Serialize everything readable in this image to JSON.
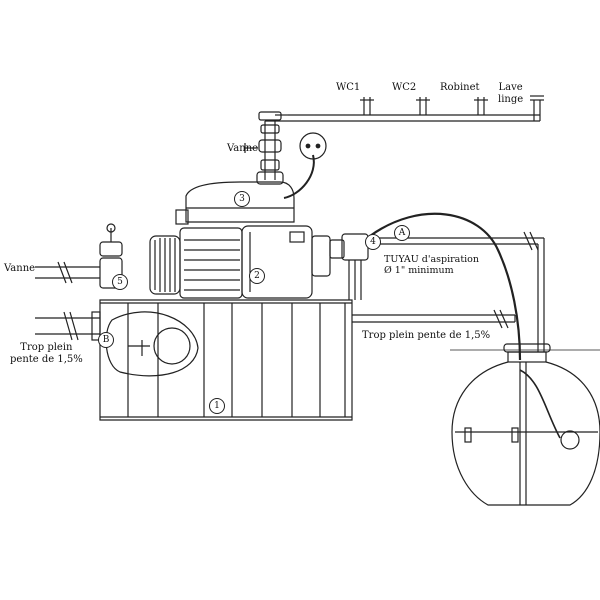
{
  "labels": {
    "wc1": "WC1",
    "wc2": "WC2",
    "robinet": "Robinet",
    "lave_line1": "Lave",
    "lave_line2": "linge",
    "vanne_top": "Vanne",
    "vanne_left": "Vanne",
    "tuyau_line1": "TUYAU d'aspiration",
    "tuyau_line2": "Ø 1\" minimum",
    "trop_plein_right": "Trop plein pente de 1,5%",
    "trop_plein_left_line1": "Trop plein",
    "trop_plein_left_line2": "pente de 1,5%"
  },
  "markers": {
    "n1": "1",
    "n2": "2",
    "n3": "3",
    "n4": "4",
    "n5": "5",
    "a": "A",
    "b": "B"
  },
  "colors": {
    "line": "#222222",
    "background": "#ffffff"
  }
}
